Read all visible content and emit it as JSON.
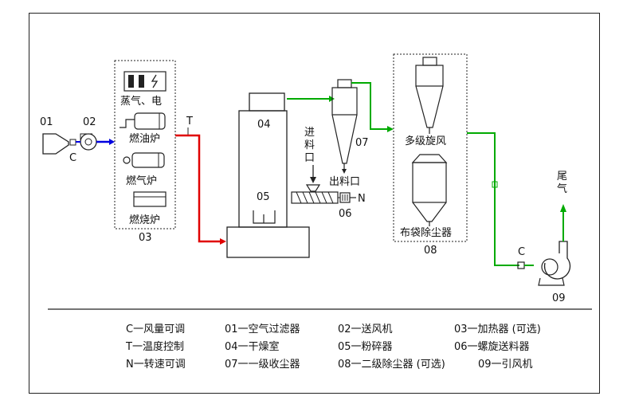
{
  "components": {
    "c01": "01",
    "c02": "02",
    "c03": "03",
    "c04": "04",
    "c05": "05",
    "c06": "06",
    "c07": "07",
    "c08": "08",
    "c09": "09",
    "c_fan_in": "C",
    "c_fan_out": "C",
    "t_label": "T",
    "n_label": "N",
    "steam_elec": "蒸气、电",
    "oil_furnace": "燃油炉",
    "gas_furnace": "燃气炉",
    "coal_furnace": "燃烧炉",
    "feed_inlet": [
      "进",
      "料",
      "口"
    ],
    "discharge": "出料口",
    "multi_cyclone": "多级旋风",
    "bag_dust": "布袋除尘器",
    "exhaust": [
      "尾",
      "气"
    ]
  },
  "legend": [
    [
      "C一风量可调",
      "01一空气过滤器",
      "02一送风机",
      "03一加热器 (可选)"
    ],
    [
      "T一温度控制",
      "04一干燥室",
      "05一粉碎器",
      "06一螺旋送料器"
    ],
    [
      "N一转速可调",
      "07一一级收尘器",
      "08一二级除尘器 (可选)",
      "09一引风机"
    ]
  ],
  "colors": {
    "hot_air": "#e00000",
    "cold_air": "#0000e0",
    "gas_flow": "#00aa00",
    "line": "#222222"
  }
}
